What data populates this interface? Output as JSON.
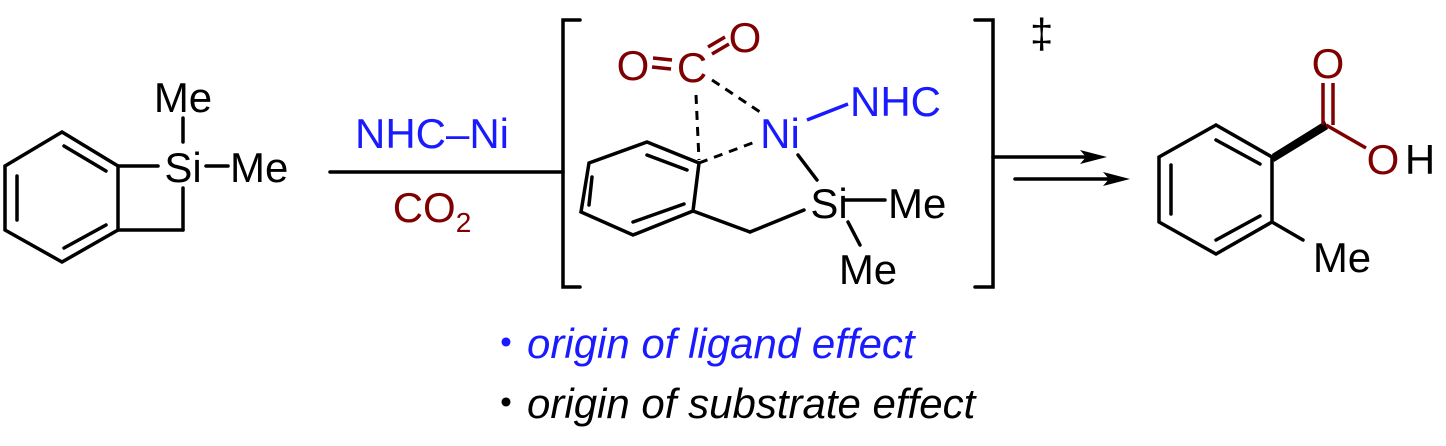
{
  "colors": {
    "ligand": "#1a1aff",
    "co2": "#7f0000",
    "text": "#000000"
  },
  "reactant": {
    "si": "Si",
    "me_top": "Me",
    "me_right": "Me"
  },
  "conditions": {
    "catalyst": "NHC–Ni",
    "reagent": "CO",
    "reagent_subscript": "2"
  },
  "transition_state": {
    "o_left": "O",
    "c": "C",
    "o_right": "O",
    "ni": "Ni",
    "ligand": "NHC",
    "si": "Si",
    "me_right": "Me",
    "me_bottom": "Me",
    "dagger": "‡"
  },
  "product": {
    "o_carbonyl": "O",
    "o_hydroxyl": "O",
    "h": "H",
    "me": "Me"
  },
  "notes": [
    {
      "bullet": "・",
      "text": "origin of ligand effect"
    },
    {
      "bullet": "・",
      "text": "origin of substrate effect"
    }
  ]
}
